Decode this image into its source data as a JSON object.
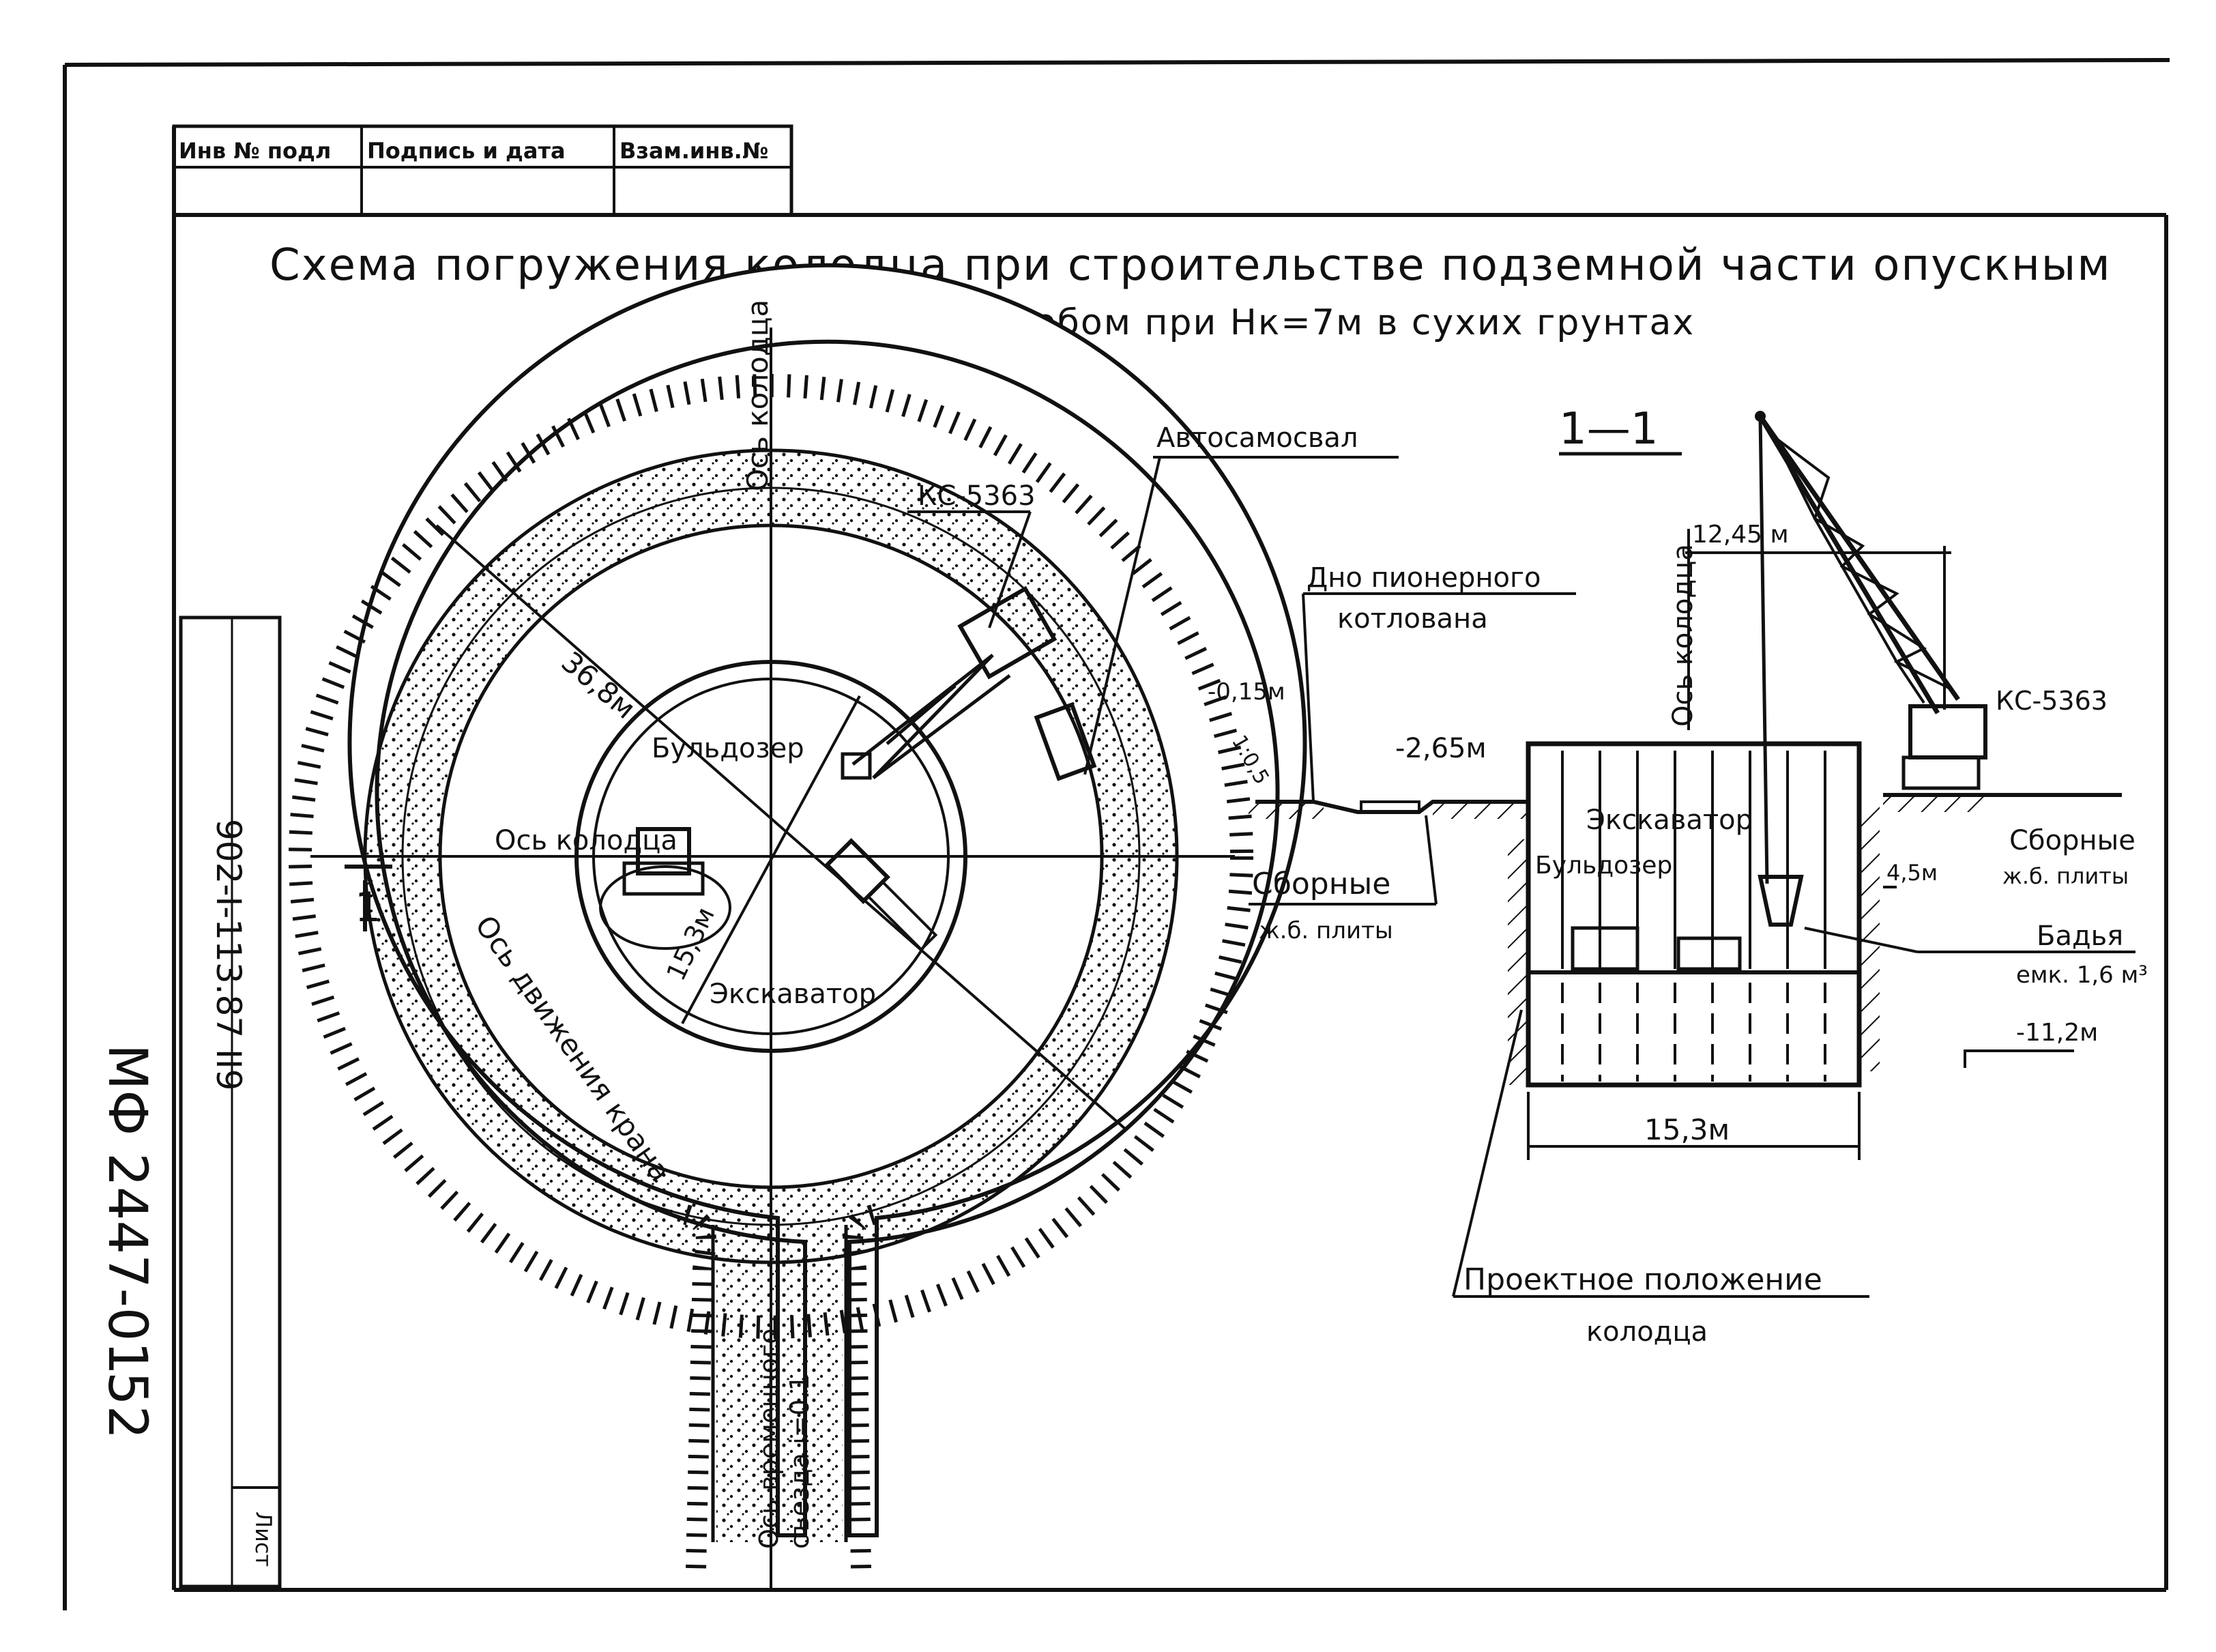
{
  "stamp_table": {
    "col1": "Инв № подл",
    "col2": "Подпись и дата",
    "col3": "Взам.инв.№"
  },
  "title": {
    "line1": "Схема погружения колодца при строительстве подземной части опускным",
    "line2": "способом при Hк=7м в сухих грунтах"
  },
  "plan": {
    "axis_vertical": "Ось колодца",
    "axis_horizontal": "Ось колодца",
    "crane_path": "Ось движения крана",
    "dim_36_8": "36,8м",
    "dim_15_3": "15,3м",
    "bulldozer": "Бульдозер",
    "excavator": "Экскаватор",
    "truck": "Автосамосвал",
    "crane": "КС-5363",
    "section_mark": "1",
    "ramp_axis": "Ось временного",
    "ramp_slope": "съезда i=0.1"
  },
  "section": {
    "label": "1—1",
    "dim_12_45": "12,45 м",
    "axis": "Ось колодца",
    "crane": "КС-5363",
    "pit_bottom_line1": "Дно пионерного",
    "pit_bottom_line2": "котлована",
    "level_015": "-0,15м",
    "slope": "1:0,5",
    "level_265": "-2,65м",
    "excavator": "Экскаватор",
    "bulldozer": "Бульдозер",
    "plates_left_1": "Сборные",
    "plates_left_2": "ж.б. плиты",
    "plates_right_1": "Сборные",
    "plates_right_2": "ж.б. плиты",
    "dim_4_5": "4,5м",
    "bucket_1": "Бадья",
    "bucket_2": "емк. 1,6 м³",
    "level_112": "-11,2м",
    "dim_15_3": "15,3м",
    "design_1": "Проектное положение",
    "design_2": "колодца"
  },
  "side_stamp": {
    "code": "902-I-113.87 II9",
    "doc": "МФ 2447-01",
    "page": "52",
    "sheet": "Лист"
  }
}
